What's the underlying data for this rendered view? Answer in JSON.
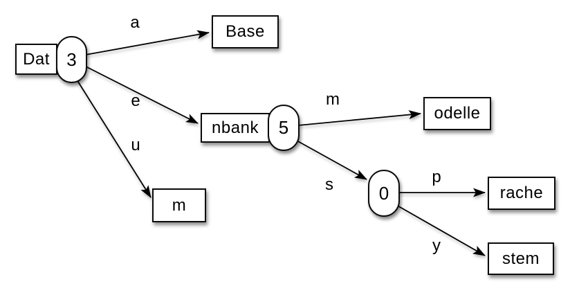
{
  "canvas": {
    "background": "#ffffff",
    "line_color": "#000000",
    "node_fill": "#ffffff",
    "node_border": "#0b0b0b"
  },
  "tree": {
    "root": {
      "prefix": "Dat",
      "count": "3"
    },
    "nodes": {
      "base": "Base",
      "nbank": "nbank",
      "nbank_count": "5",
      "m": "m",
      "odelle": "odelle",
      "zero_count": "0",
      "rache": "rache",
      "stem": "stem"
    },
    "edges": {
      "a": "a",
      "e": "e",
      "u": "u",
      "m": "m",
      "s": "s",
      "p": "p",
      "y": "y"
    }
  }
}
